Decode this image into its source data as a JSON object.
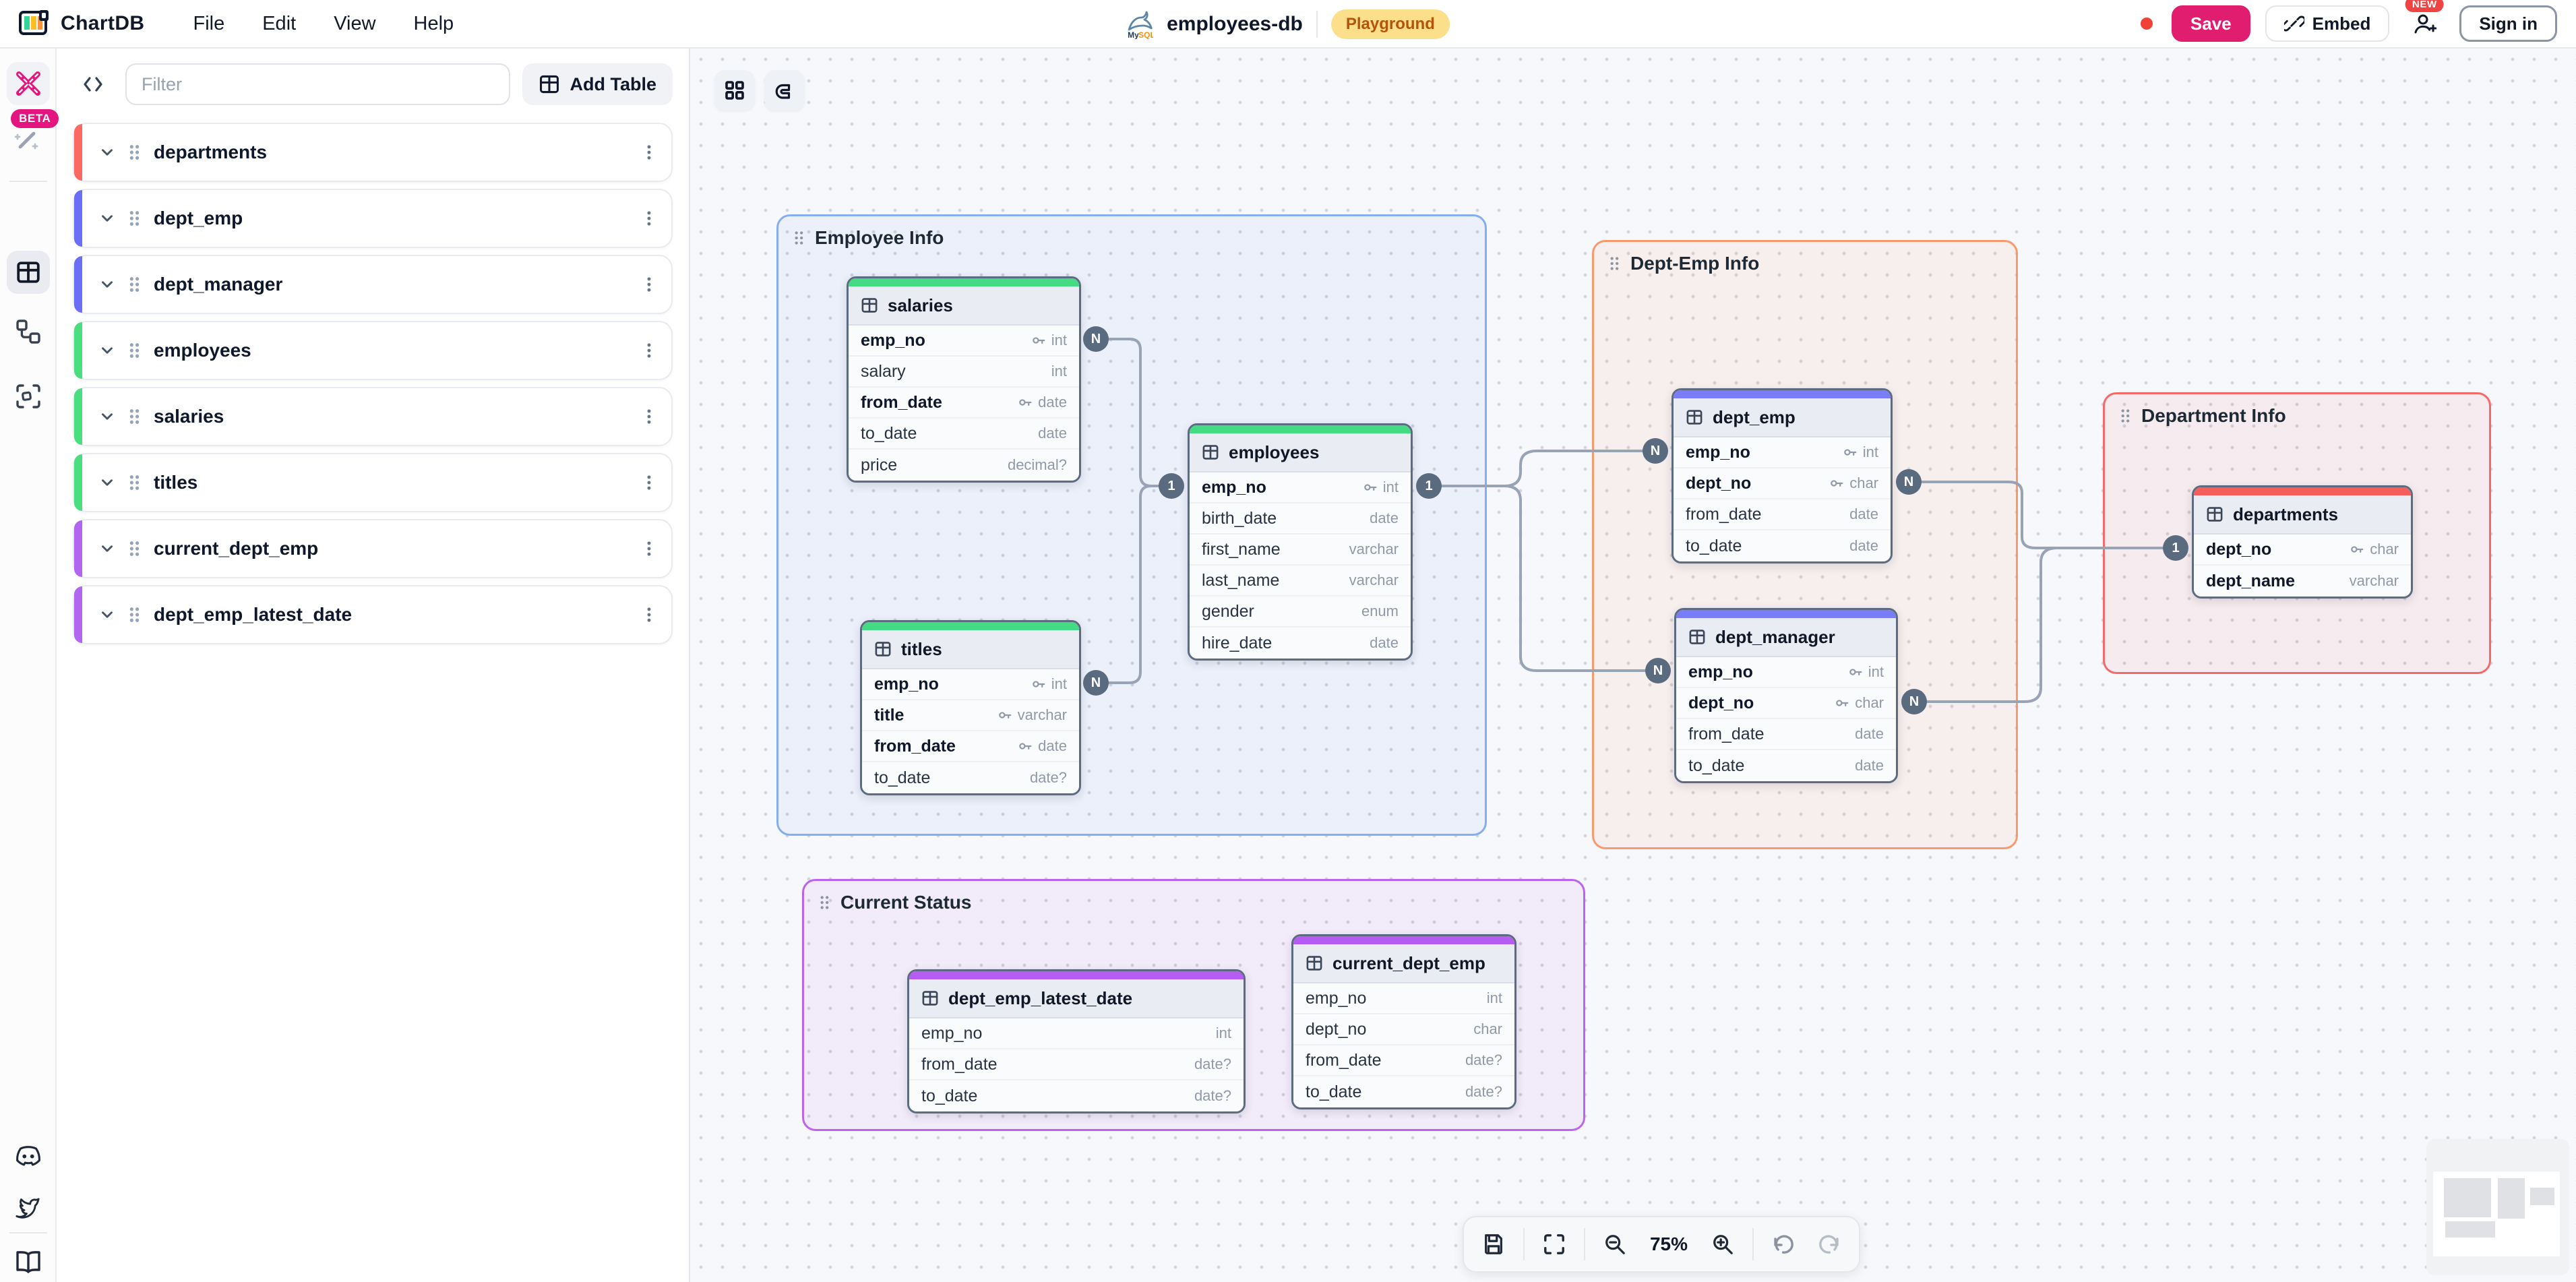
{
  "menubar": {
    "app_name": "ChartDB",
    "items": [
      {
        "label": "File"
      },
      {
        "label": "Edit"
      },
      {
        "label": "View"
      },
      {
        "label": "Help"
      }
    ]
  },
  "header": {
    "diagram_name": "employees-db",
    "db_type": "MySQL",
    "environment_badge": "Playground",
    "save_label": "Save",
    "embed_label": "Embed",
    "new_badge": "NEW",
    "sign_in_label": "Sign in",
    "accent_color": "#e11d6f",
    "badge_bg": "#fbdf8b"
  },
  "rail": {
    "beta_badge": "BETA"
  },
  "sidebar": {
    "filter_placeholder": "Filter",
    "add_table_label": "Add Table",
    "items": [
      {
        "label": "departments",
        "color": "#fb6962"
      },
      {
        "label": "dept_emp",
        "color": "#6b6ff8"
      },
      {
        "label": "dept_manager",
        "color": "#6b6ff8"
      },
      {
        "label": "employees",
        "color": "#4ade80"
      },
      {
        "label": "salaries",
        "color": "#4ade80"
      },
      {
        "label": "titles",
        "color": "#4ade80"
      },
      {
        "label": "current_dept_emp",
        "color": "#b264f2"
      },
      {
        "label": "dept_emp_latest_date",
        "color": "#b264f2"
      }
    ]
  },
  "canvas": {
    "areas": [
      {
        "title": "Employee Info",
        "border_color": "#85aef0",
        "bg_color": "rgba(96,147,241,0.07)"
      },
      {
        "title": "Dept-Emp Info",
        "border_color": "#f89a6e",
        "bg_color": "rgba(249,140,84,0.08)"
      },
      {
        "title": "Department Info",
        "border_color": "#f36a6a",
        "bg_color": "rgba(244,92,92,0.07)"
      },
      {
        "title": "Current Status",
        "border_color": "#bc64ef",
        "bg_color": "rgba(178,92,240,0.07)"
      }
    ]
  },
  "tables": [
    {
      "name": "salaries",
      "color": "#45db85",
      "fields": [
        {
          "name": "emp_no",
          "type": "int",
          "key": true
        },
        {
          "name": "salary",
          "type": "int",
          "key": false
        },
        {
          "name": "from_date",
          "type": "date",
          "key": true
        },
        {
          "name": "to_date",
          "type": "date",
          "key": false
        },
        {
          "name": "price",
          "type": "decimal?",
          "key": false
        }
      ]
    },
    {
      "name": "titles",
      "color": "#45db85",
      "fields": [
        {
          "name": "emp_no",
          "type": "int",
          "key": true
        },
        {
          "name": "title",
          "type": "varchar",
          "key": true
        },
        {
          "name": "from_date",
          "type": "date",
          "key": true
        },
        {
          "name": "to_date",
          "type": "date?",
          "key": false
        }
      ]
    },
    {
      "name": "employees",
      "color": "#45db85",
      "fields": [
        {
          "name": "emp_no",
          "type": "int",
          "key": true
        },
        {
          "name": "birth_date",
          "type": "date",
          "key": false
        },
        {
          "name": "first_name",
          "type": "varchar",
          "key": false
        },
        {
          "name": "last_name",
          "type": "varchar",
          "key": false
        },
        {
          "name": "gender",
          "type": "enum",
          "key": false
        },
        {
          "name": "hire_date",
          "type": "date",
          "key": false
        }
      ]
    },
    {
      "name": "dept_emp",
      "color": "#7b7cf8",
      "fields": [
        {
          "name": "emp_no",
          "type": "int",
          "key": true
        },
        {
          "name": "dept_no",
          "type": "char",
          "key": true
        },
        {
          "name": "from_date",
          "type": "date",
          "key": false
        },
        {
          "name": "to_date",
          "type": "date",
          "key": false
        }
      ]
    },
    {
      "name": "dept_manager",
      "color": "#7b7cf8",
      "fields": [
        {
          "name": "emp_no",
          "type": "int",
          "key": true
        },
        {
          "name": "dept_no",
          "type": "char",
          "key": true
        },
        {
          "name": "from_date",
          "type": "date",
          "key": false
        },
        {
          "name": "to_date",
          "type": "date",
          "key": false
        }
      ]
    },
    {
      "name": "departments",
      "color": "#f65e5e",
      "fields": [
        {
          "name": "dept_no",
          "type": "char",
          "key": true
        },
        {
          "name": "dept_name",
          "type": "varchar",
          "key": false
        }
      ]
    },
    {
      "name": "dept_emp_latest_date",
      "color": "#b55df2",
      "fields": [
        {
          "name": "emp_no",
          "type": "int",
          "key": false
        },
        {
          "name": "from_date",
          "type": "date?",
          "key": false
        },
        {
          "name": "to_date",
          "type": "date?",
          "key": false
        }
      ]
    },
    {
      "name": "current_dept_emp",
      "color": "#b55df2",
      "fields": [
        {
          "name": "emp_no",
          "type": "int",
          "key": false
        },
        {
          "name": "dept_no",
          "type": "char",
          "key": false
        },
        {
          "name": "from_date",
          "type": "date?",
          "key": false
        },
        {
          "name": "to_date",
          "type": "date?",
          "key": false
        }
      ]
    }
  ],
  "relationships": [
    {
      "source": "salaries.emp_no",
      "target": "employees.emp_no",
      "source_label": "N",
      "target_label": "1"
    },
    {
      "source": "titles.emp_no",
      "target": "employees.emp_no",
      "source_label": "N",
      "target_label": "1"
    },
    {
      "source": "employees.emp_no",
      "target": "dept_emp.emp_no",
      "source_label": "1",
      "target_label": "N"
    },
    {
      "source": "employees.emp_no",
      "target": "dept_manager.emp_no",
      "source_label": "1",
      "target_label": "N"
    },
    {
      "source": "dept_emp.dept_no",
      "target": "departments.dept_no",
      "source_label": "N",
      "target_label": "1"
    },
    {
      "source": "dept_manager.dept_no",
      "target": "departments.dept_no",
      "source_label": "N",
      "target_label": "1"
    }
  ],
  "toolbar": {
    "zoom_level": "75%"
  }
}
